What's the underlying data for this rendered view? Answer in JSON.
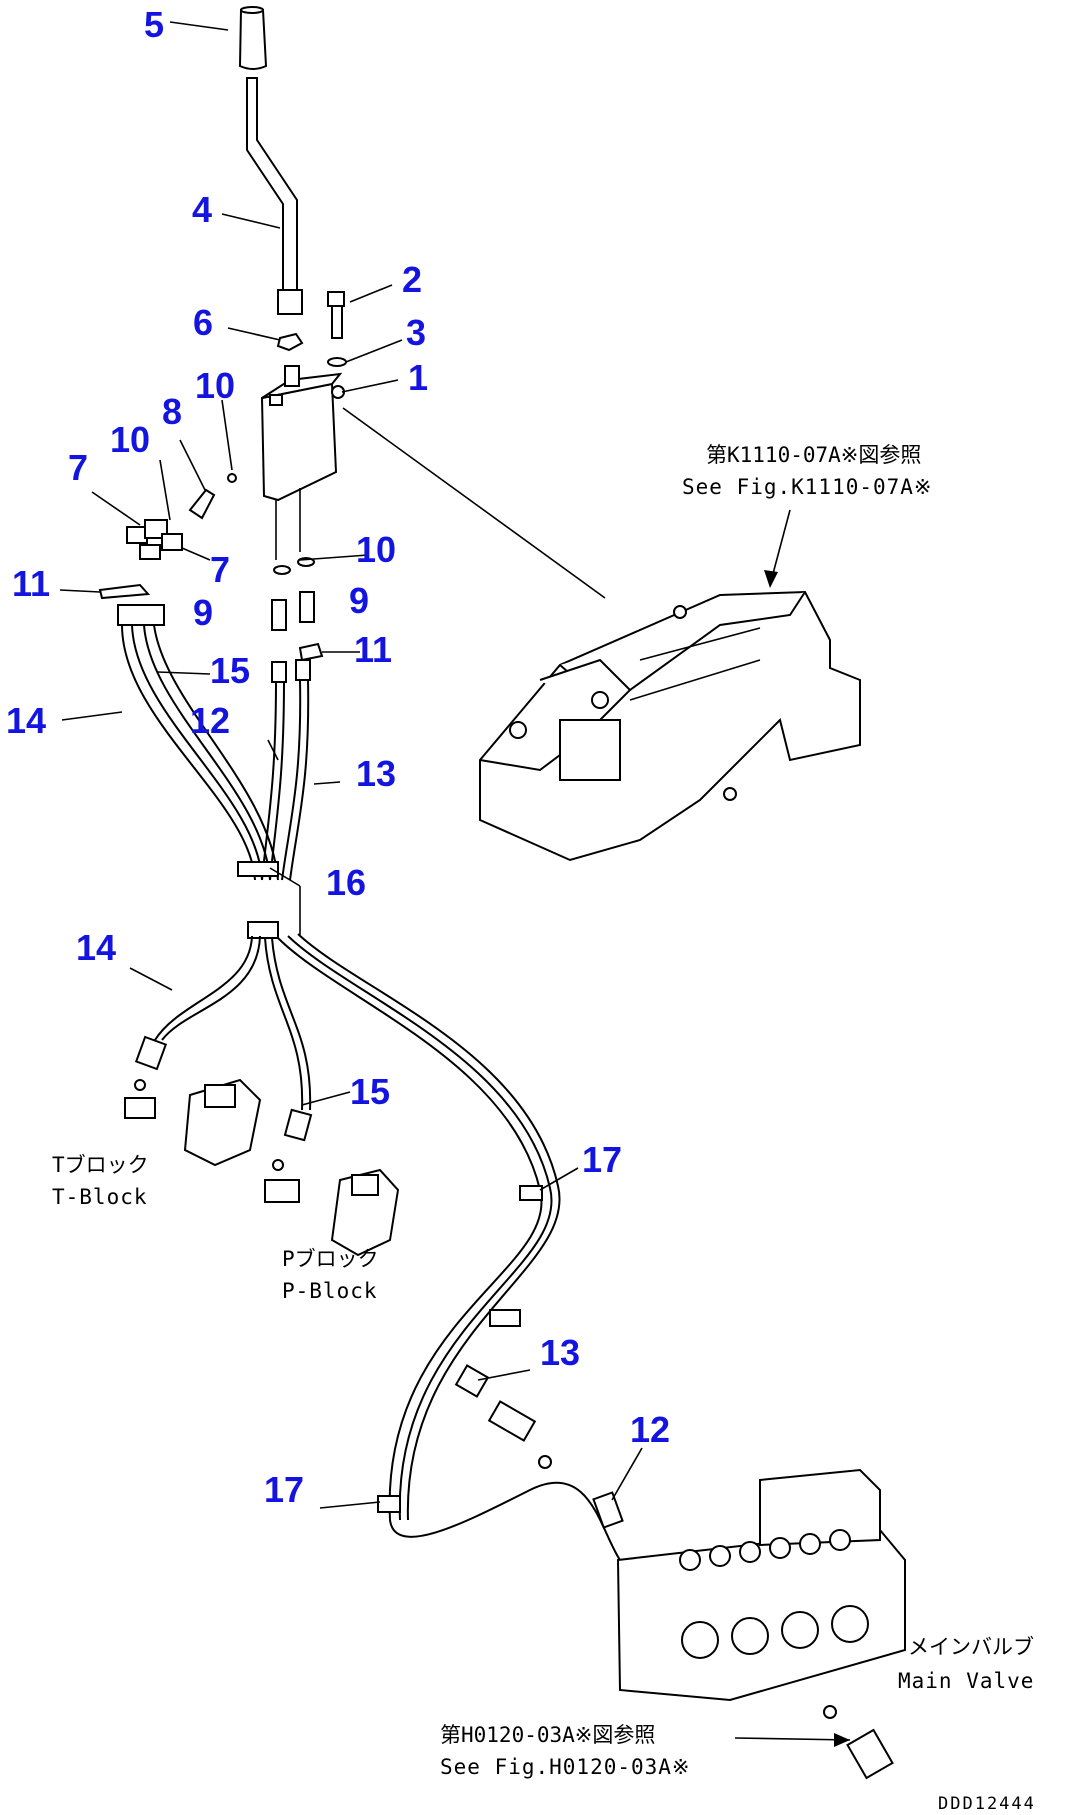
{
  "callouts": {
    "n5": "5",
    "n4": "4",
    "n2": "2",
    "n6": "6",
    "n3": "3",
    "n1": "1",
    "n10a": "10",
    "n8": "8",
    "n10b": "10",
    "n7a": "7",
    "n7b": "7",
    "n10c": "10",
    "n11a": "11",
    "n9a": "9",
    "n9b": "9",
    "n11b": "11",
    "n15a": "15",
    "n14a": "14",
    "n12a": "12",
    "n13a": "13",
    "n16": "16",
    "n14b": "14",
    "n15b": "15",
    "n17a": "17",
    "n13b": "13",
    "n12b": "12",
    "n17b": "17"
  },
  "labels": {
    "frame_ref_jp": "第K1110-07A※図参照",
    "frame_ref_en": "See Fig.K1110-07A※",
    "t_block_jp": "Tブロック",
    "t_block_en": "T-Block",
    "p_block_jp": "Pブロック",
    "p_block_en": "P-Block",
    "main_valve_jp": "メインバルブ",
    "main_valve_en": "Main Valve",
    "valve_ref_jp": "第H0120-03A※図参照",
    "valve_ref_en": "See Fig.H0120-03A※",
    "drawing_code": "DDD12444"
  },
  "colors": {
    "callout": "#1414e0",
    "line": "#000000",
    "background": "#ffffff"
  }
}
